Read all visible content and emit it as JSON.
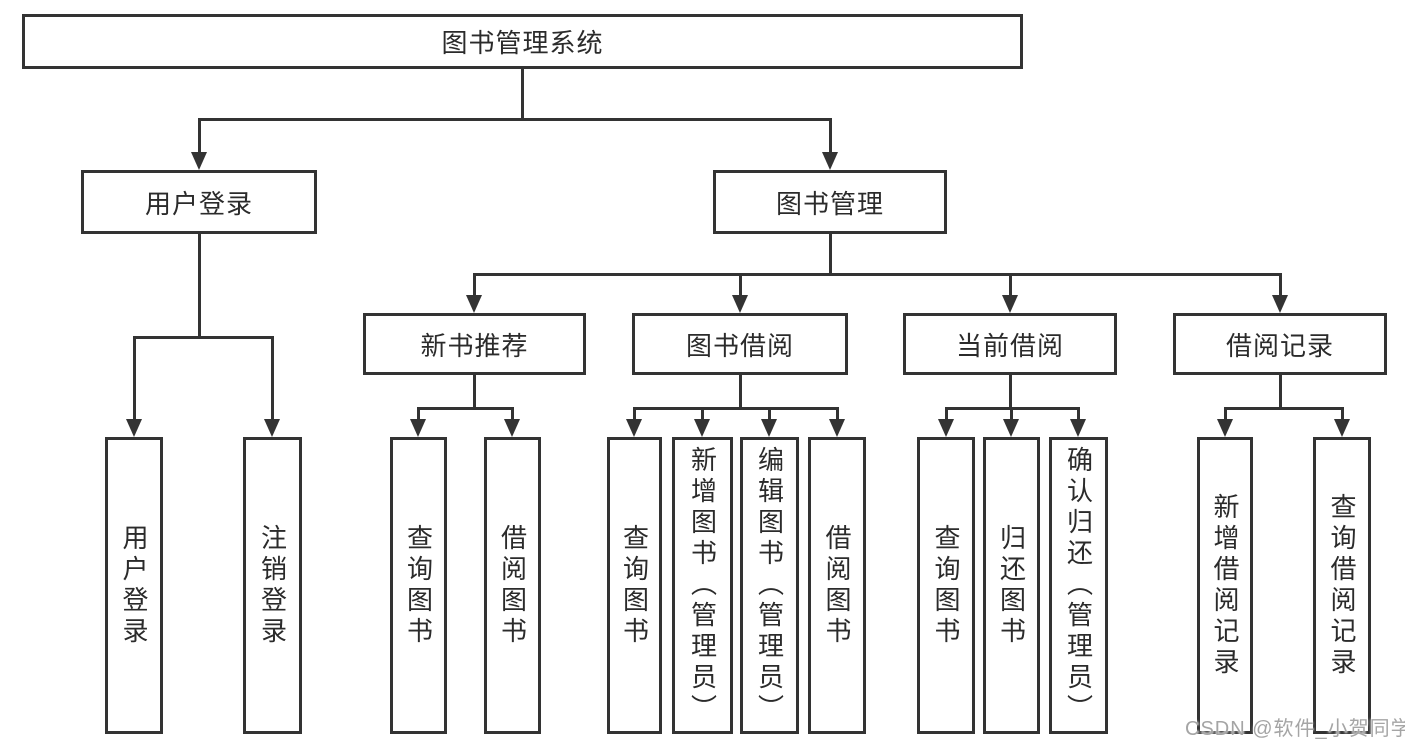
{
  "diagram": {
    "root": {
      "label": "图书管理系统"
    },
    "level2": [
      {
        "label": "用户登录"
      },
      {
        "label": "图书管理"
      }
    ],
    "level3": [
      {
        "label": "新书推荐"
      },
      {
        "label": "图书借阅"
      },
      {
        "label": "当前借阅"
      },
      {
        "label": "借阅记录"
      }
    ],
    "leaves": {
      "g1": [
        {
          "label": "用户登录"
        },
        {
          "label": "注销登录"
        }
      ],
      "g2": [
        {
          "label": "查询图书"
        },
        {
          "label": "借阅图书"
        }
      ],
      "g3": [
        {
          "label": "查询图书"
        },
        {
          "label": "新增图书（管理员）"
        },
        {
          "label": "编辑图书（管理员）"
        },
        {
          "label": "借阅图书"
        }
      ],
      "g4": [
        {
          "label": "查询图书"
        },
        {
          "label": "归还图书"
        },
        {
          "label": "确认归还（管理员）"
        }
      ],
      "g5": [
        {
          "label": "新增借阅记录"
        },
        {
          "label": "查询借阅记录"
        }
      ]
    }
  },
  "watermark": {
    "text": "CSDN @软件_小贺同学"
  },
  "colors": {
    "line": "#333333",
    "text": "#2b2b2b",
    "background": "#ffffff",
    "watermark": "#a5a5a5"
  }
}
